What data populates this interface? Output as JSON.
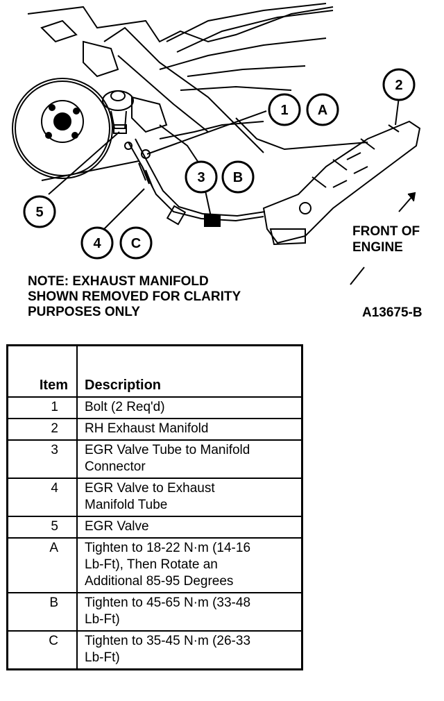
{
  "callouts": {
    "c1": "1",
    "cA": "A",
    "c2": "2",
    "c3": "3",
    "cB": "B",
    "c4": "4",
    "cC": "C",
    "c5": "5"
  },
  "front_label": [
    "FRONT OF",
    "ENGINE"
  ],
  "note": [
    "NOTE: EXHAUST MANIFOLD",
    "SHOWN REMOVED FOR CLARITY",
    "PURPOSES ONLY"
  ],
  "figure_id": "A13675-B",
  "table": {
    "headers": [
      "Item",
      "Description"
    ],
    "rows": [
      {
        "item": "1",
        "desc": [
          "Bolt (2 Req'd)"
        ]
      },
      {
        "item": "2",
        "desc": [
          "RH Exhaust Manifold"
        ]
      },
      {
        "item": "3",
        "desc": [
          "EGR Valve Tube to Manifold",
          "Connector"
        ]
      },
      {
        "item": "4",
        "desc": [
          "EGR Valve to Exhaust",
          "Manifold Tube"
        ]
      },
      {
        "item": "5",
        "desc": [
          "EGR Valve"
        ]
      },
      {
        "item": "A",
        "desc": [
          "Tighten to 18-22 N·m (14-16",
          "Lb-Ft), Then Rotate an",
          "Additional 85-95 Degrees"
        ]
      },
      {
        "item": "B",
        "desc": [
          "Tighten to 45-65 N·m (33-48",
          "Lb-Ft)"
        ]
      },
      {
        "item": "C",
        "desc": [
          "Tighten to 35-45 N·m (26-33",
          "Lb-Ft)"
        ]
      }
    ]
  }
}
